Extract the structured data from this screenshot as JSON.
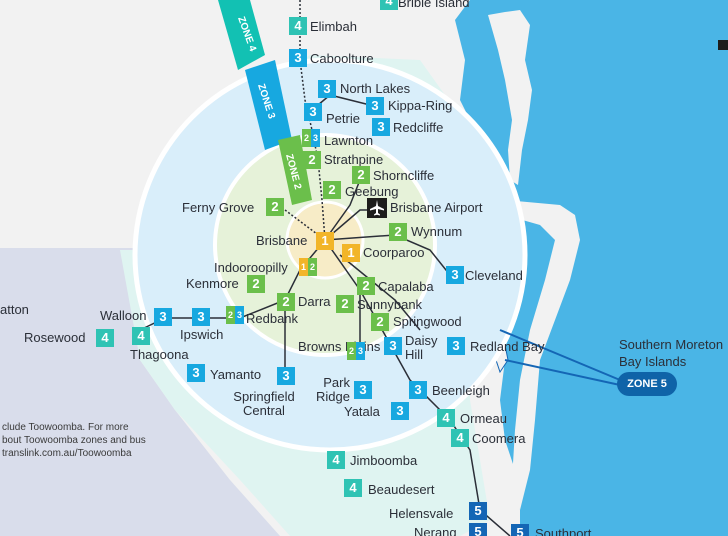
{
  "colors": {
    "zone1": "#f2b529",
    "zone2": "#6bbf4b",
    "zone3": "#17a8e0",
    "zone4": "#2fc3b4",
    "zone5": "#1466b5",
    "water": "#4ab5e6",
    "land": "#f2f2f2"
  },
  "zone_labels": {
    "z4": "ZONE 4",
    "z3": "ZONE 3",
    "z2": "ZONE 2",
    "z5": "ZONE 5"
  },
  "stations": [
    {
      "name": "Bribie Island",
      "zone": "4"
    },
    {
      "name": "Elimbah",
      "zone": "4"
    },
    {
      "name": "Caboolture",
      "zone": "3"
    },
    {
      "name": "North Lakes",
      "zone": "3"
    },
    {
      "name": "Kippa-Ring",
      "zone": "3"
    },
    {
      "name": "Petrie",
      "zone": "3"
    },
    {
      "name": "Redcliffe",
      "zone": "3"
    },
    {
      "name": "Lawnton",
      "zone": "2/3"
    },
    {
      "name": "Strathpine",
      "zone": "2"
    },
    {
      "name": "Shorncliffe",
      "zone": "2"
    },
    {
      "name": "Geebung",
      "zone": "2"
    },
    {
      "name": "Ferny Grove",
      "zone": "2"
    },
    {
      "name": "Brisbane Airport",
      "zone": "airport"
    },
    {
      "name": "Brisbane",
      "zone": "1"
    },
    {
      "name": "Wynnum",
      "zone": "2"
    },
    {
      "name": "Coorparoo",
      "zone": "1"
    },
    {
      "name": "Indooroopilly",
      "zone": "1/2"
    },
    {
      "name": "Cleveland",
      "zone": "3"
    },
    {
      "name": "Kenmore",
      "zone": "2"
    },
    {
      "name": "Capalaba",
      "zone": "2"
    },
    {
      "name": "Darra",
      "zone": "2"
    },
    {
      "name": "Sunnybank",
      "zone": "2"
    },
    {
      "name": "Walloon",
      "zone": "3"
    },
    {
      "name": "Redbank",
      "zone": "2/3"
    },
    {
      "name": "Springwood",
      "zone": "2"
    },
    {
      "name": "Rosewood",
      "zone": "4"
    },
    {
      "name": "Ipswich",
      "zone": "3"
    },
    {
      "name": "Thagoona",
      "zone": "4"
    },
    {
      "name": "Browns Plains",
      "zone": "2/3"
    },
    {
      "name": "Daisy Hill",
      "zone": "3"
    },
    {
      "name": "Redland Bay",
      "zone": "3"
    },
    {
      "name": "Southern Moreton Bay Islands",
      "zone": "5"
    },
    {
      "name": "Yamanto",
      "zone": "3"
    },
    {
      "name": "Springfield Central",
      "zone": "3"
    },
    {
      "name": "Park Ridge",
      "zone": "3"
    },
    {
      "name": "Beenleigh",
      "zone": "3"
    },
    {
      "name": "Yatala",
      "zone": "3"
    },
    {
      "name": "Ormeau",
      "zone": "4"
    },
    {
      "name": "Coomera",
      "zone": "4"
    },
    {
      "name": "Jimboomba",
      "zone": "4"
    },
    {
      "name": "Beaudesert",
      "zone": "4"
    },
    {
      "name": "Helensvale",
      "zone": "5"
    },
    {
      "name": "Nerang",
      "zone": "5"
    },
    {
      "name": "Southport",
      "zone": "5"
    }
  ],
  "partial_label": "atton",
  "note": [
    "clude Toowoomba. For more",
    "bout Toowoomba zones and bus",
    "translink.com.au/Toowoomba"
  ]
}
